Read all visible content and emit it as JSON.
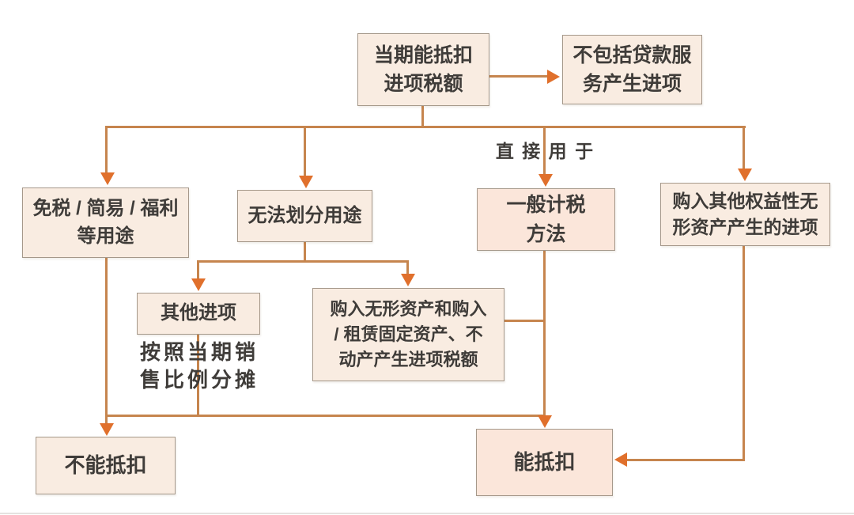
{
  "diagram": {
    "type": "flowchart",
    "language": "zh-CN",
    "topic": "增值税进项税额抵扣流程",
    "nodes": {
      "current_deductible": {
        "label": "当期能抵扣\n进项税额"
      },
      "loan_exclusion": {
        "label": "不包括贷款服\n务产生进项"
      },
      "exempt_use": {
        "label": "免税 / 简易 / 福利\n等用途"
      },
      "unclassifiable_use": {
        "label": "无法划分用途"
      },
      "general_tax_method": {
        "label": "一般计税\n方法"
      },
      "equity_intangible_input": {
        "label": "购入其他权益性无\n形资产产生的进项"
      },
      "other_input": {
        "label": "其他进项"
      },
      "intangible_fixed_assets_input": {
        "label": "购入无形资产和购入\n/ 租赁固定资产、不\n动产产生进项税额"
      },
      "cannot_deduct": {
        "label": "不能抵扣"
      },
      "can_deduct": {
        "label": "能抵扣"
      }
    },
    "annotations": {
      "direct_use": "直 接 用 于",
      "allocation_rule": "按照当期销\n售比例分摊"
    },
    "colors": {
      "line": "#c6854e",
      "arrowhead": "#e0702c",
      "box_fill": "#f9ece1",
      "box_fill_pink": "#fbe6da",
      "box_border": "#a5988a",
      "text": "#3f3c39",
      "background": "#ffffff"
    }
  }
}
